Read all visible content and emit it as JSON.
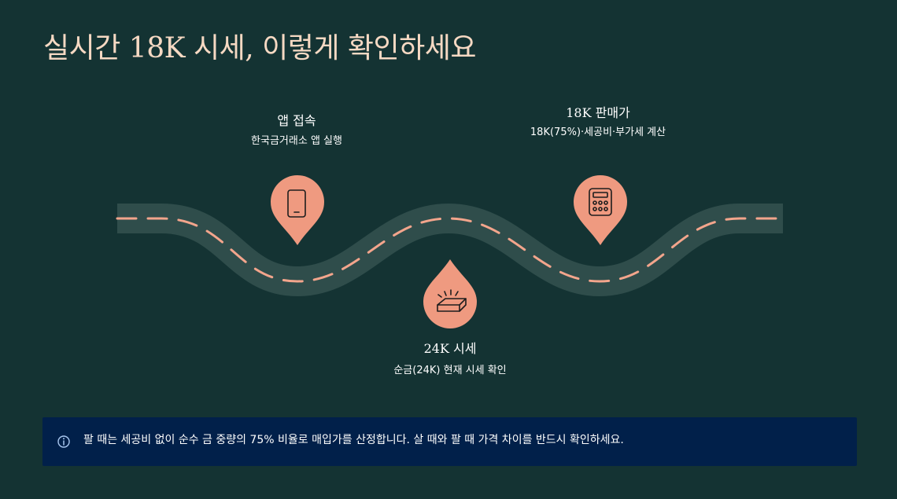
{
  "title": "실시간 18K 시세, 이렇게 확인하세요",
  "steps": [
    {
      "title": "앱 접속",
      "desc": "한국금거래소 앱 실행",
      "icon": "smartphone-icon"
    },
    {
      "title": "18K 판매가",
      "desc": "18K(75%)·세공비·부가세 계산",
      "icon": "calculator-icon"
    },
    {
      "title": "24K 시세",
      "desc": "순금(24K) 현재 시세 확인",
      "icon": "gold-bar-icon"
    }
  ],
  "notice": {
    "icon": "info-icon",
    "text": "팔 때는 세공비 없이 순수 금 중량의 75% 비율로 매입가를 산정합니다. 살 때와 팔 때 가격 차이를 반드시 확인하세요."
  },
  "colors": {
    "background": "#143333",
    "road": "#2f4d4b",
    "dash": "#f3a58c",
    "pin": "#ef9a80",
    "title": "#f6d9c3",
    "notice_bg": "#01204a"
  }
}
